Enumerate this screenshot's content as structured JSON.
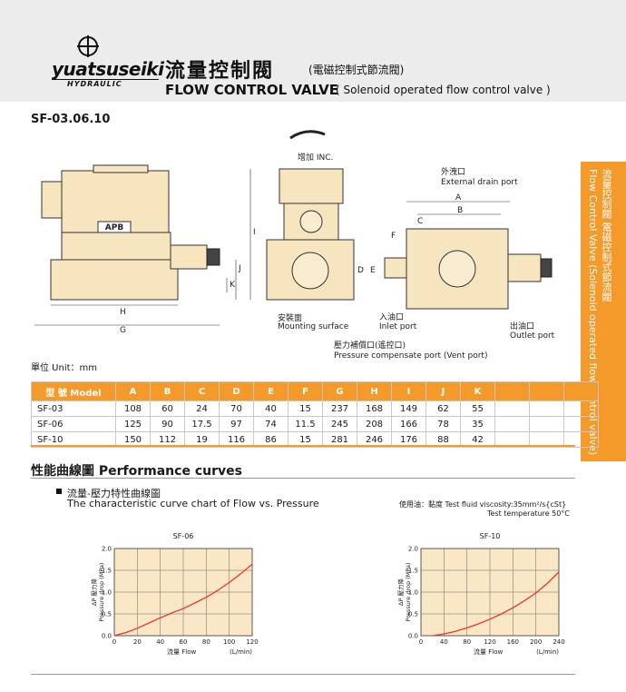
{
  "header": {
    "logo_word": "yuatsuseiki",
    "logo_sub": "HYDRAULIC",
    "title_cn": "流量控制閥",
    "title_cn_sub": "(電磁控制式節流閥)",
    "title_en": "FLOW CONTROL VALVE",
    "title_en_sub": "( Solenoid operated flow control valve )"
  },
  "side_tab": {
    "text_cn": "流量控制閥  電磁控制式節流閥",
    "text_en": "Flow Control Valve (Solenoid operated flow control valve)"
  },
  "model_code": "SF-03.06.10",
  "drawing_labels": {
    "inc": "增加 INC.",
    "external_drain_cn": "外洩口",
    "external_drain_en": "External drain port",
    "mounting_cn": "安裝面",
    "mounting_en": "Mounting surface",
    "inlet_cn": "入油口",
    "inlet_en": "Inlet port",
    "outlet_cn": "出油口",
    "outlet_en": "Outlet port",
    "comp_cn": "壓力補償口(遙控口)",
    "comp_en": "Pressure compensate port (Vent port)",
    "apb": "APB",
    "dim_a": "A",
    "dim_b": "B",
    "dim_c": "C",
    "dim_d": "D",
    "dim_e": "E",
    "dim_f": "F",
    "dim_g": "G",
    "dim_h": "H",
    "dim_i": "I",
    "dim_j": "J",
    "dim_k": "K"
  },
  "unit_label": "單位 Unit：mm",
  "table": {
    "headers": [
      "型 號 Model",
      "A",
      "B",
      "C",
      "D",
      "E",
      "F",
      "G",
      "H",
      "I",
      "J",
      "K",
      "",
      "",
      ""
    ],
    "rows": [
      [
        "SF-03",
        "108",
        "60",
        "24",
        "70",
        "40",
        "15",
        "237",
        "168",
        "149",
        "62",
        "55",
        "",
        "",
        ""
      ],
      [
        "SF-06",
        "125",
        "90",
        "17.5",
        "97",
        "74",
        "11.5",
        "245",
        "208",
        "166",
        "78",
        "35",
        "",
        "",
        ""
      ],
      [
        "SF-10",
        "150",
        "112",
        "19",
        "116",
        "86",
        "15",
        "281",
        "246",
        "176",
        "88",
        "42",
        "",
        "",
        ""
      ]
    ]
  },
  "performance": {
    "title": "性能曲線圖  Performance curves",
    "subtitle_cn": "流量-壓力特性曲線圖",
    "subtitle_en": "The characteristic curve chart of Flow vs. Pressure",
    "viscosity": "使用油：黏度 Test fluid viscosity:35mm²/s{cSt}",
    "temperature": "Test temperature 50°C"
  },
  "chart_data": [
    {
      "type": "line",
      "title": "SF-06",
      "xlabel": "流量  Flow",
      "xunit": "(L/min)",
      "ylabel_cn": "ΔP 壓力降",
      "ylabel_en": "Pressure drop (MPa)",
      "xlim": [
        0,
        120
      ],
      "ylim": [
        0,
        2.0
      ],
      "xticks": [
        "0",
        "20",
        "40",
        "60",
        "80",
        "100",
        "120"
      ],
      "yticks": [
        "0.0",
        "0.5",
        "1.0",
        "1.5",
        "2.0"
      ],
      "grid": true,
      "color": "#e8362b",
      "background": "#f9e7c6",
      "x": [
        0,
        10,
        20,
        30,
        40,
        50,
        60,
        70,
        80,
        90,
        100,
        110,
        120
      ],
      "y": [
        0.0,
        0.07,
        0.17,
        0.29,
        0.41,
        0.52,
        0.62,
        0.75,
        0.88,
        1.04,
        1.22,
        1.42,
        1.64
      ]
    },
    {
      "type": "line",
      "title": "SF-10",
      "xlabel": "流量  Flow",
      "xunit": "(L/min)",
      "ylabel_cn": "ΔP 壓力降",
      "ylabel_en": "Pressure drop (MPa)",
      "xlim": [
        0,
        240
      ],
      "ylim": [
        0,
        2.0
      ],
      "xticks": [
        "0",
        "40",
        "80",
        "120",
        "160",
        "200",
        "240"
      ],
      "yticks": [
        "0.0",
        "0.5",
        "1.0",
        "1.5",
        "2.0"
      ],
      "grid": true,
      "color": "#e8362b",
      "background": "#f9e7c6",
      "x": [
        20,
        40,
        60,
        80,
        100,
        120,
        140,
        160,
        180,
        200,
        220,
        240
      ],
      "y": [
        0.0,
        0.04,
        0.1,
        0.18,
        0.27,
        0.38,
        0.5,
        0.64,
        0.8,
        0.98,
        1.2,
        1.46
      ]
    }
  ]
}
